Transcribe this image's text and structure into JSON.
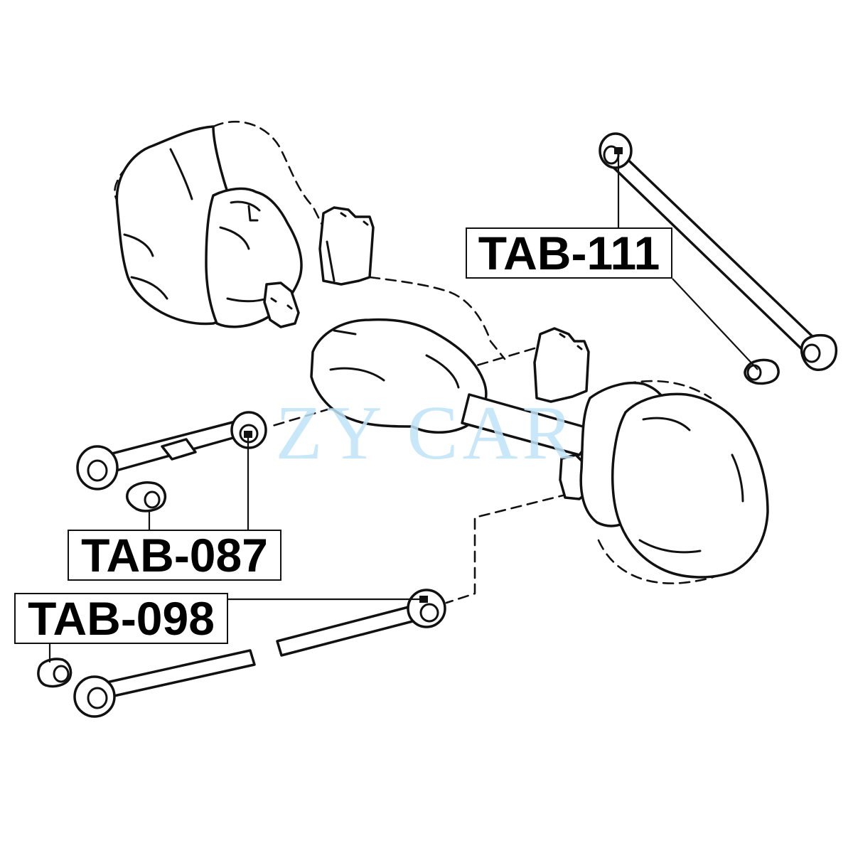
{
  "labels": {
    "tab_111": "TAB-111",
    "tab_087": "TAB-087",
    "tab_098": "TAB-098"
  },
  "watermark": "ZY CAR",
  "colors": {
    "line": "#111111",
    "background": "#ffffff",
    "watermark": "#bfe3f7"
  }
}
